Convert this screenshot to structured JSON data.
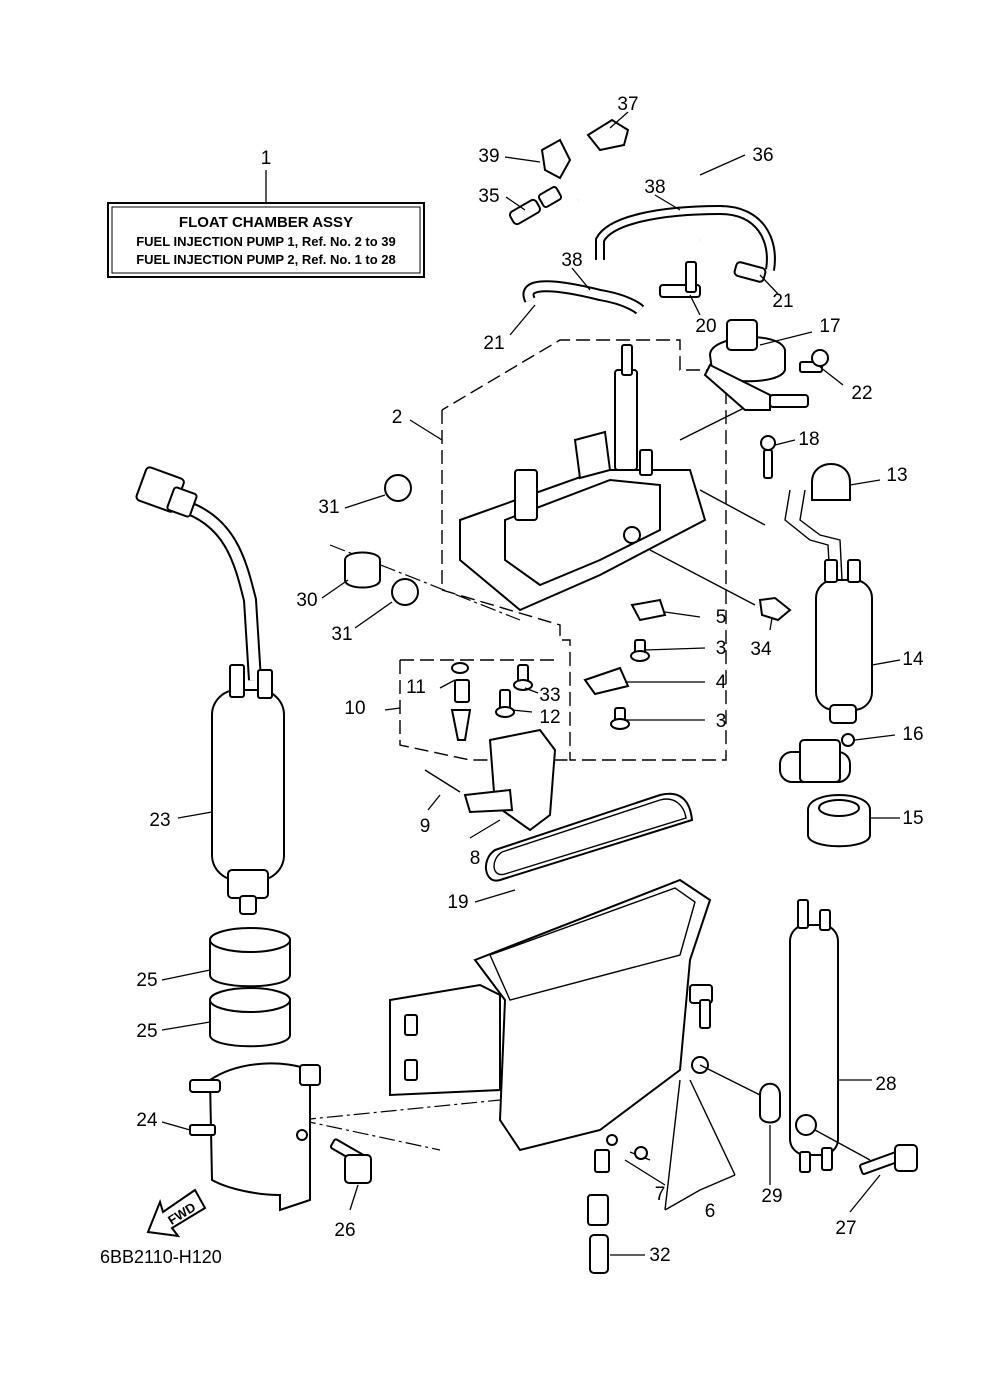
{
  "info_box": {
    "title": "FLOAT CHAMBER ASSY",
    "line1": "FUEL INJECTION PUMP 1,  Ref. No. 2 to 39",
    "line2": "FUEL INJECTION PUMP 2,  Ref. No. 1 to 28"
  },
  "diagram_code": "6BB2110-H120",
  "fwd_label": "FWD",
  "callouts": {
    "c1": "1",
    "c2": "2",
    "c3a": "3",
    "c3b": "3",
    "c4": "4",
    "c5": "5",
    "c6": "6",
    "c7": "7",
    "c8": "8",
    "c9": "9",
    "c10": "10",
    "c11": "11",
    "c12": "12",
    "c13": "13",
    "c14": "14",
    "c15": "15",
    "c16": "16",
    "c17": "17",
    "c18": "18",
    "c19": "19",
    "c20": "20",
    "c21a": "21",
    "c21b": "21",
    "c22": "22",
    "c23": "23",
    "c24": "24",
    "c25a": "25",
    "c25b": "25",
    "c26": "26",
    "c27": "27",
    "c28": "28",
    "c29": "29",
    "c30": "30",
    "c31a": "31",
    "c31b": "31",
    "c32": "32",
    "c33": "33",
    "c34": "34",
    "c35": "35",
    "c36": "36",
    "c37": "37",
    "c38a": "38",
    "c38b": "38",
    "c39": "39"
  }
}
